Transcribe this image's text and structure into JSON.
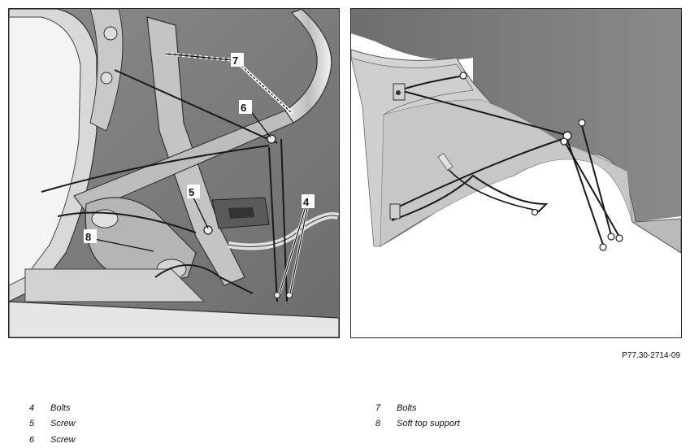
{
  "figure": {
    "code": "P77.30-2714-09",
    "callouts": {
      "c7": "7",
      "c6": "6",
      "c5": "5",
      "c4": "4",
      "c8": "8"
    }
  },
  "legend": {
    "left": [
      {
        "num": "4",
        "text": "Bolts"
      },
      {
        "num": "5",
        "text": "Screw"
      },
      {
        "num": "6",
        "text": "Screw"
      }
    ],
    "right": [
      {
        "num": "7",
        "text": "Bolts"
      },
      {
        "num": "8",
        "text": "Soft top support"
      }
    ]
  }
}
